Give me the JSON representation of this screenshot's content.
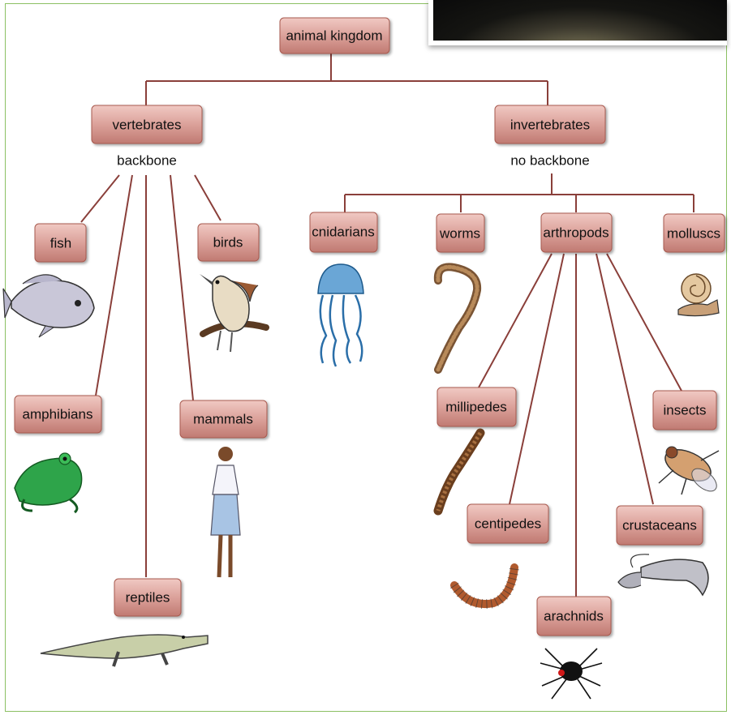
{
  "diagram": {
    "root": "animal kingdom",
    "vertebrates": {
      "label": "vertebrates",
      "note": "backbone"
    },
    "invertebrates": {
      "label": "invertebrates",
      "note": "no backbone"
    },
    "fish": "fish",
    "birds": "birds",
    "amphibians": "amphibians",
    "mammals": "mammals",
    "reptiles": "reptiles",
    "cnidarians": "cnidarians",
    "worms": "worms",
    "arthropods": "arthropods",
    "molluscs": "molluscs",
    "millipedes": "millipedes",
    "insects": "insects",
    "centipedes": "centipedes",
    "crustaceans": "crustaceans",
    "arachnids": "arachnids"
  },
  "illustrations": [
    "fish-illustration",
    "bird-illustration",
    "frog-illustration",
    "human-illustration",
    "crocodile-illustration",
    "jellyfish-illustration",
    "worm-illustration",
    "snail-illustration",
    "millipede-illustration",
    "fly-illustration",
    "centipede-illustration",
    "shrimp-illustration",
    "spider-illustration"
  ],
  "colors": {
    "node_fill": "#d99a94",
    "node_stroke": "#a85a4f",
    "connector": "#8a3f3a",
    "frame": "#8cc063"
  }
}
